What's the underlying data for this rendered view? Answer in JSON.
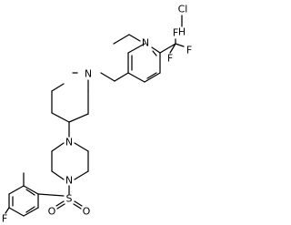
{
  "molecule": {
    "salt": {
      "cl": "Cl",
      "h": "H"
    },
    "atoms": {
      "n_piperidine": "N",
      "n_pyridine": "N",
      "n_piperazine_top": "N",
      "n_piperazine_bottom": "N",
      "s_sulfonyl": "S",
      "o_left": "O",
      "o_right": "O",
      "f_aryl": "F",
      "f_cf3_top": "F",
      "f_cf3_right": "F",
      "f_cf3_bottom": "F"
    }
  },
  "colors": {
    "bond": "#000000",
    "label": "#000000",
    "background": "#ffffff"
  }
}
